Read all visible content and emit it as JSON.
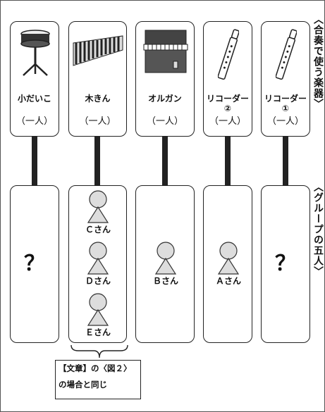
{
  "heading_top": "〈合奏で使う楽器〉",
  "heading_bottom": "〈グループの五人〉",
  "instruments": [
    {
      "icon": "snare-drum-icon",
      "name": "小だいこ",
      "count": "（一人）"
    },
    {
      "icon": "xylophone-icon",
      "name": "木きん",
      "count": "（一人）"
    },
    {
      "icon": "organ-icon",
      "name": "オルガン",
      "count": "（一人）"
    },
    {
      "icon": "recorder-icon",
      "name": "リコーダー\n②",
      "count": "（一人）"
    },
    {
      "icon": "recorder-icon",
      "name": "リコーダー\n①",
      "count": "（一人）"
    }
  ],
  "members": {
    "col1": {
      "unknown": "？"
    },
    "col2": [
      "Ｃさん",
      "Ｄさん",
      "Ｅさん"
    ],
    "col3": [
      "Ｂさん"
    ],
    "col4": [
      "Ａさん"
    ],
    "col5": {
      "unknown": "？"
    }
  },
  "note": {
    "line1": "【文章】の〈図２〉",
    "line2": "の場合と同じ"
  }
}
